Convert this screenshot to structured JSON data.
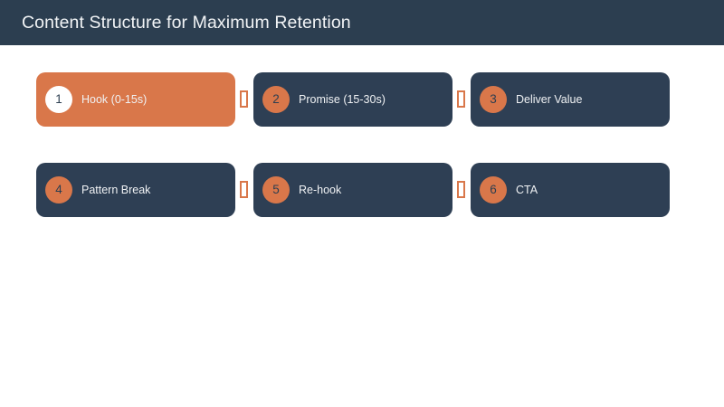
{
  "header": {
    "title": "Content Structure for Maximum Retention",
    "background_color": "#2c3e50",
    "text_color": "#f2f4f6"
  },
  "theme": {
    "accent_color": "#d9774a",
    "card_color": "#2e3f54",
    "page_background": "#ffffff",
    "badge_text_color": "#2c3e50",
    "highlight_badge_color": "#ffffff"
  },
  "connector": {
    "glyph": "□",
    "name": "missing-glyph-box",
    "color": "#d9774a"
  },
  "flow": {
    "rows": [
      {
        "cards": [
          {
            "number": "1",
            "label": "Hook (0-15s)",
            "highlight": true
          },
          {
            "number": "2",
            "label": "Promise (15-30s)",
            "highlight": false
          },
          {
            "number": "3",
            "label": "Deliver Value",
            "highlight": false
          }
        ]
      },
      {
        "cards": [
          {
            "number": "4",
            "label": "Pattern Break",
            "highlight": false
          },
          {
            "number": "5",
            "label": "Re-hook",
            "highlight": false
          },
          {
            "number": "6",
            "label": "CTA",
            "highlight": false
          }
        ]
      }
    ]
  }
}
